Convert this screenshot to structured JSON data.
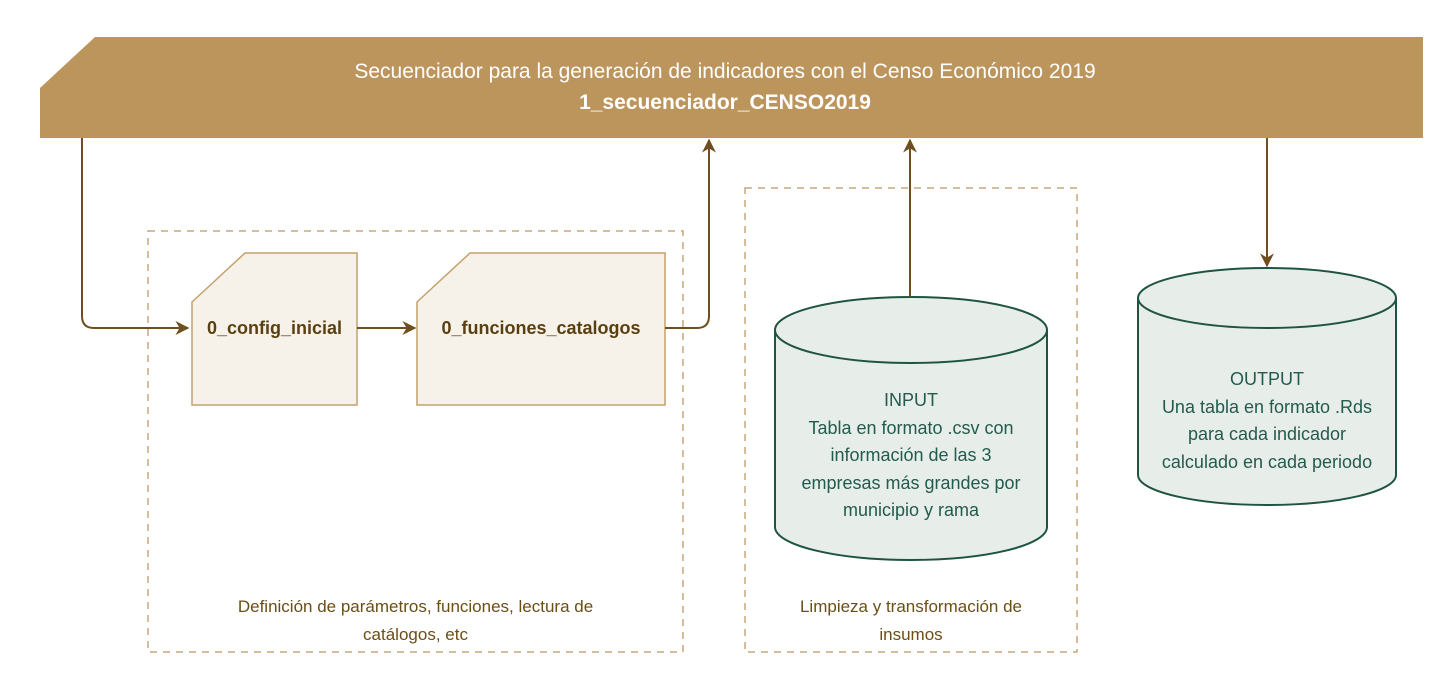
{
  "banner": {
    "title": "Secuenciador para la generación de indicadores con el Censo Económico 2019",
    "subtitle": "1_secuenciador_CENSO2019"
  },
  "nodes": {
    "config": "0_config_inicial",
    "funciones": "0_funciones_catalogos"
  },
  "input": {
    "title": "INPUT",
    "lines": [
      "Tabla en formato .csv con",
      "información de las 3",
      "empresas más grandes por",
      "municipio y rama"
    ]
  },
  "output": {
    "title": "OUTPUT",
    "lines": [
      "Una tabla en formato .Rds",
      "para cada indicador",
      "calculado en cada periodo"
    ]
  },
  "groups": {
    "definicion": [
      "Definición de parámetros, funciones, lectura de",
      "catálogos, etc"
    ],
    "limpieza": [
      "Limpieza y transformación de",
      "insumos"
    ]
  },
  "colors": {
    "banner": "#BC955C",
    "arrow": "#6F4F1F",
    "note_fill": "#F6F2E9",
    "note_stroke": "#C4A16A",
    "cyl_fill": "#E7EEEA",
    "cyl_stroke": "#1F5442"
  }
}
